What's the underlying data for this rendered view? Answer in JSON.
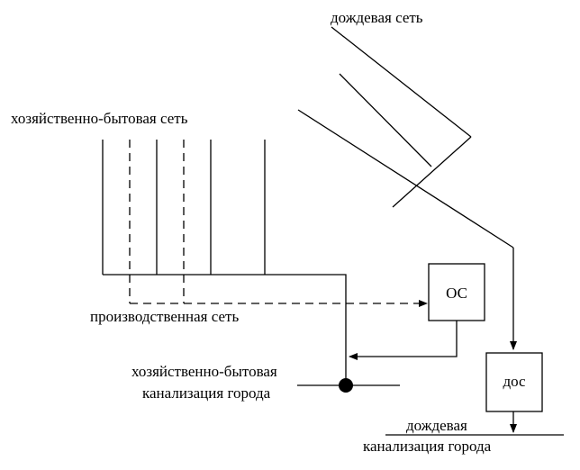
{
  "labels": {
    "storm_network": "дождевая сеть",
    "domestic_network": "хозяйственно-бытовая сеть",
    "industrial_network": "производственная сеть",
    "city_domestic_line1": "хозяйственно-бытовая",
    "city_domestic_line2": "канализация города",
    "city_storm_line1": "дождевая",
    "city_storm_line2": "канализация города"
  },
  "facilities": {
    "treatment": "ОС",
    "storm_treatment": "дос"
  }
}
